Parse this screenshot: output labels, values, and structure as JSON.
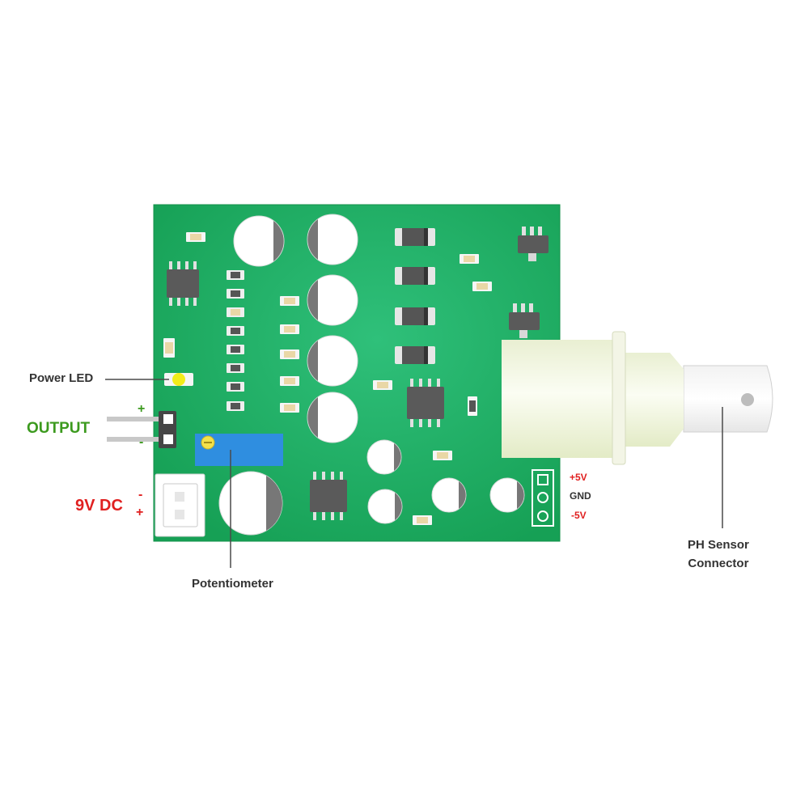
{
  "labels": {
    "power_led": "Power LED",
    "output": "OUTPUT",
    "output_plus": "+",
    "output_minus": "-",
    "dc_supply": "9V DC",
    "dc_minus": "-",
    "dc_plus": "+",
    "potentiometer": "Potentiometer",
    "pin_plus5v": "+5V",
    "pin_gnd": "GND",
    "pin_minus5v": "-5V",
    "ph_connector_line1": "PH Sensor",
    "ph_connector_line2": "Connector"
  },
  "colors": {
    "pcb_green": "#1fa35c",
    "output_green": "#3c9a1e",
    "power_red": "#e02020",
    "led_yellow": "#f2ec1a",
    "pot_blue": "#2f8ee0",
    "text_dark": "#333333"
  }
}
